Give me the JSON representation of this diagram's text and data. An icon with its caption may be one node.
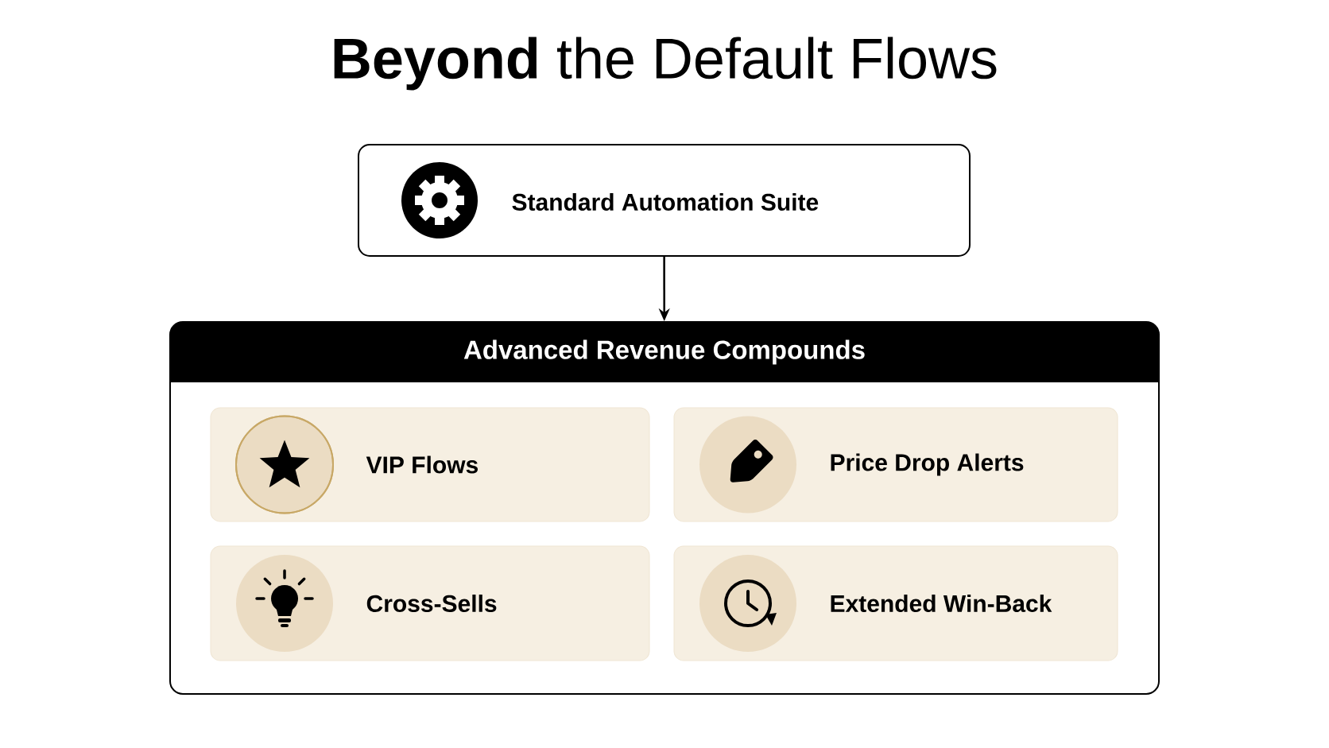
{
  "diagram": {
    "title": "**Beyond** the Default Flows",
    "nodes": [
      {
        "text": [
          "Standard Automation Suite"
        ]
      },
      {
        "text": [
          "Advanced Revenue Compounds"
        ]
      },
      {
        "text": [
          "VIP Flows"
        ],
        "in": 1
      },
      {
        "text": [
          "Price Drop Alerts"
        ],
        "in": 1
      },
      {
        "text": [
          "Cross-Sells"
        ],
        "in": 1
      },
      {
        "text": [
          "Extended Win-Back"
        ],
        "in": 1
      }
    ],
    "edges": [
      {
        "from": 0,
        "to": 1,
        "arrow": "to"
      }
    ]
  }
}
